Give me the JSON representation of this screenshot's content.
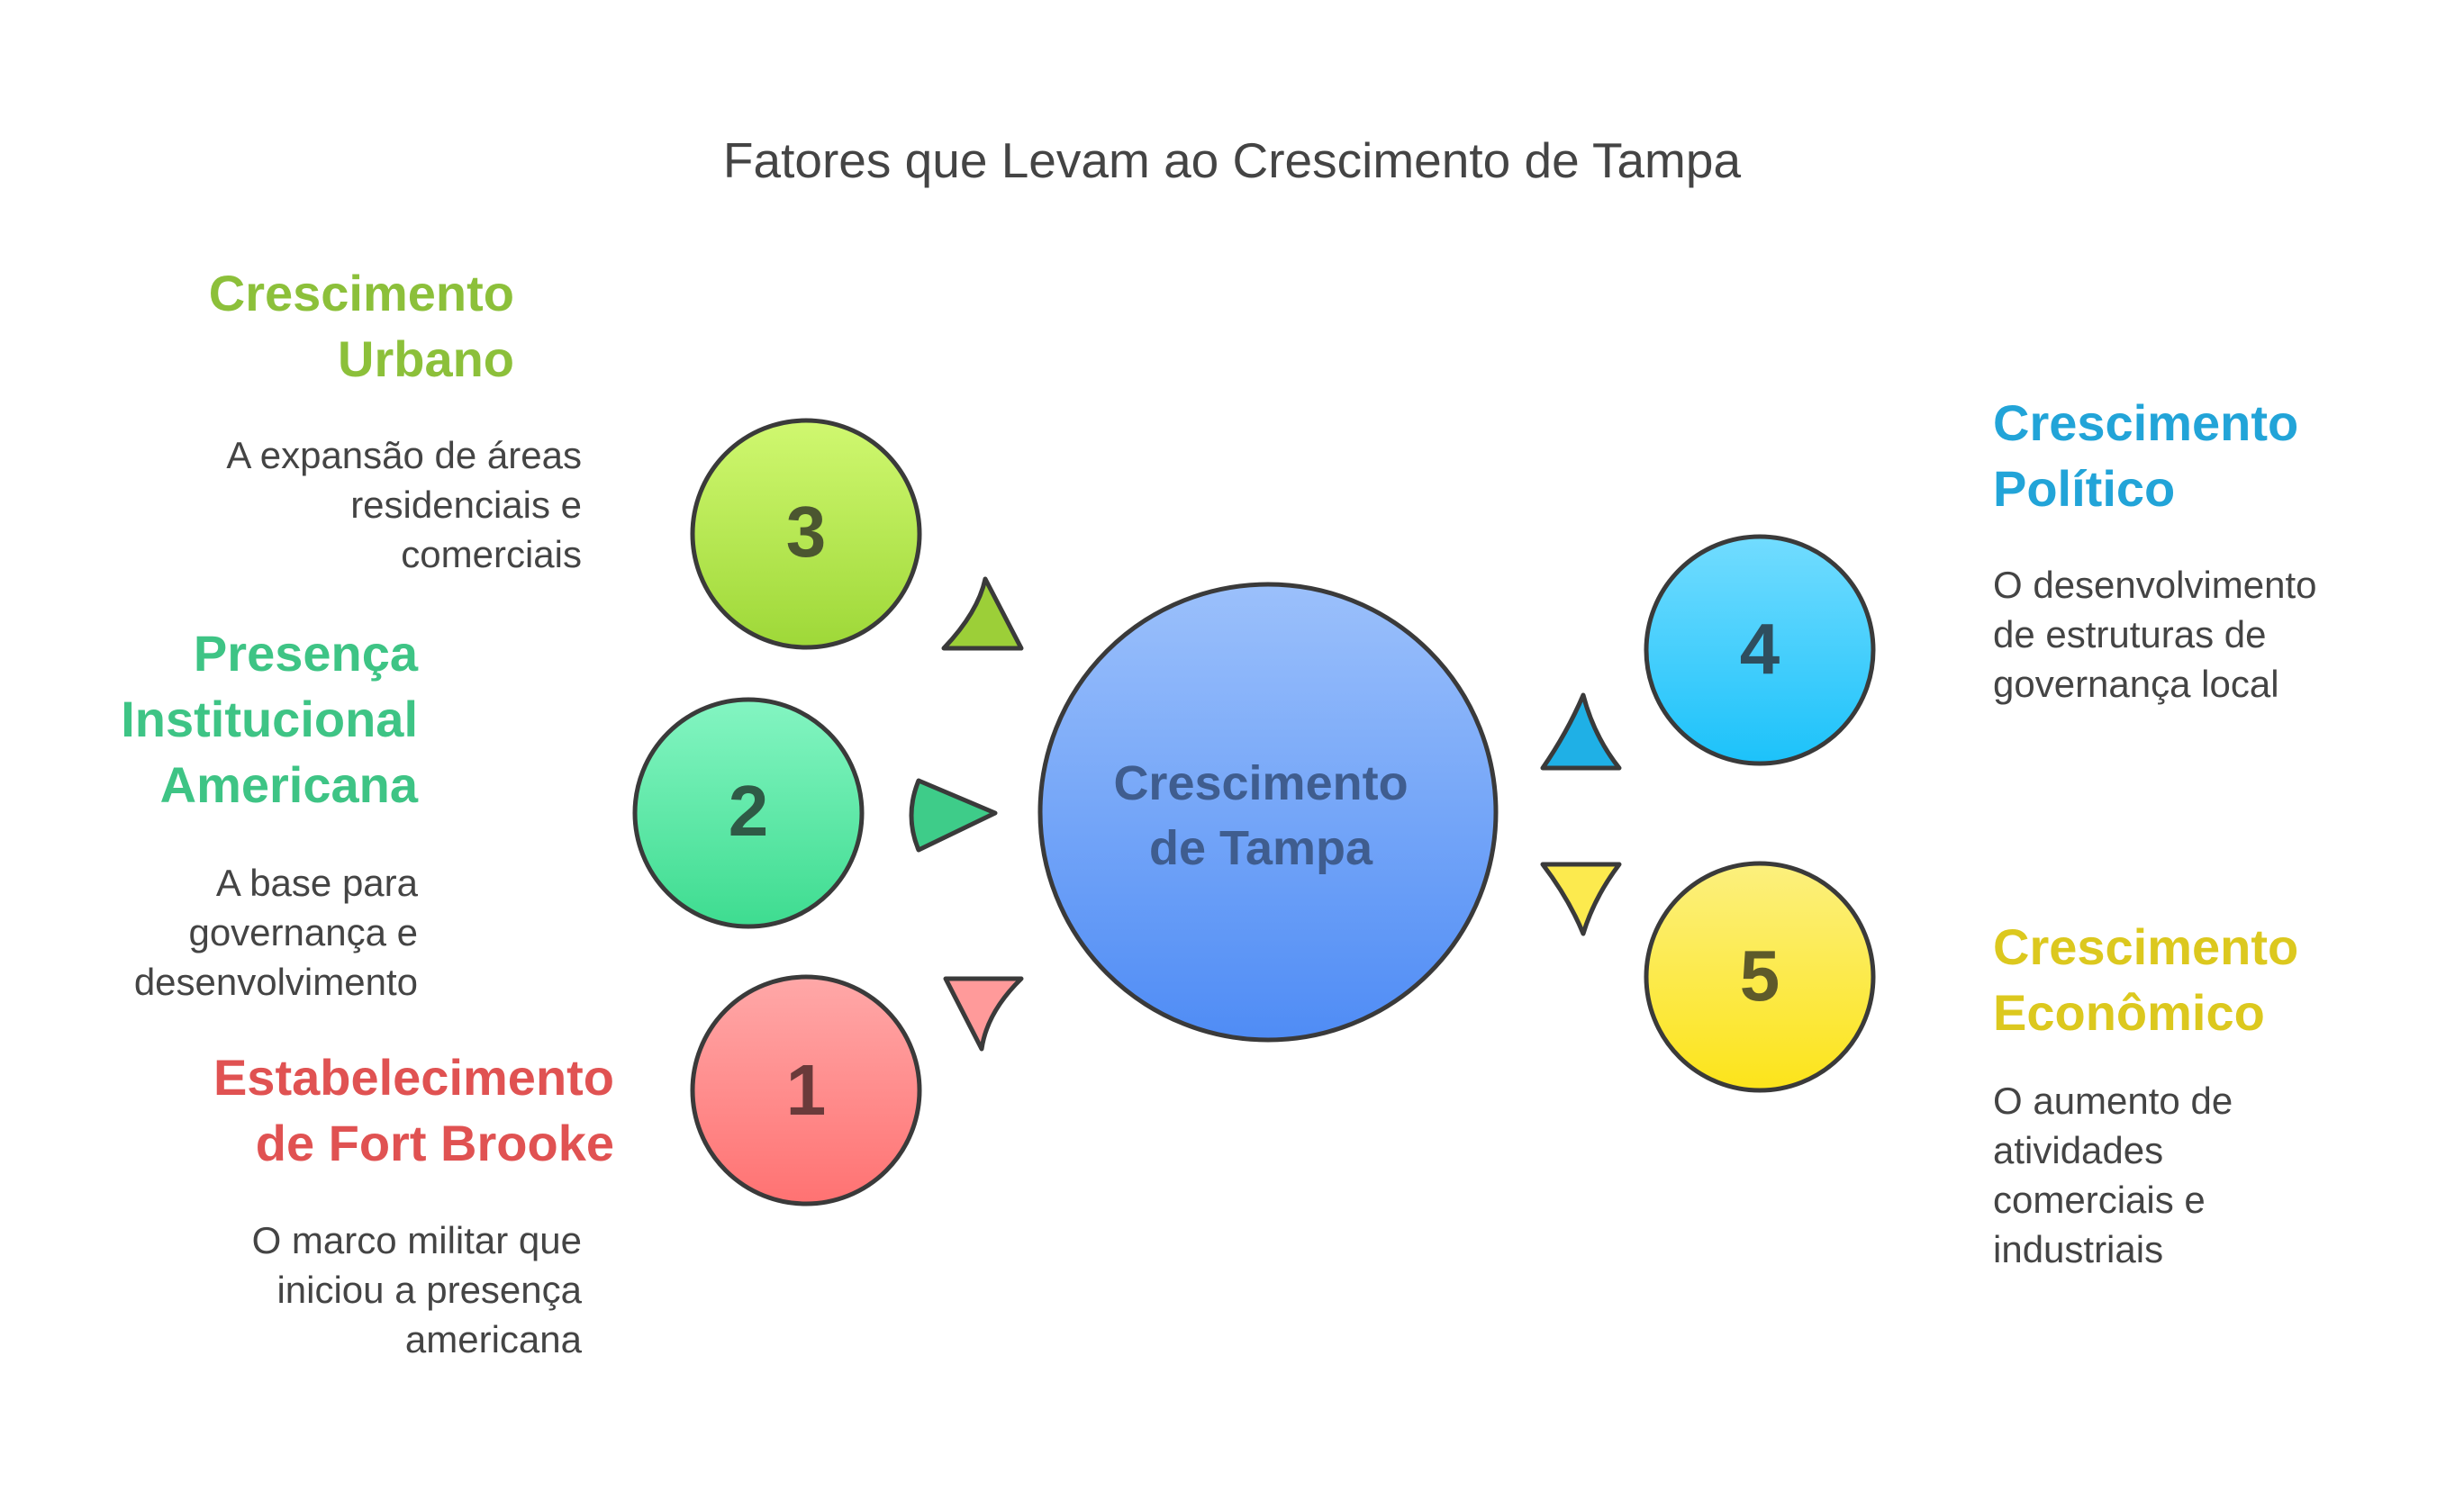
{
  "title": "Fatores que Levam ao Crescimento de Tampa",
  "center": {
    "line1": "Crescimento",
    "line2": "de Tampa"
  },
  "factors": [
    {
      "number": "1",
      "title_line1": "Estabelecimento",
      "title_line2": "de Fort Brooke",
      "title_line3": "",
      "desc_line1": "O marco militar que",
      "desc_line2": "iniciou a presença",
      "desc_line3": "americana",
      "desc_line4": "",
      "color": "#E05252"
    },
    {
      "number": "2",
      "title_line1": "Presença",
      "title_line2": "Institucional",
      "title_line3": "Americana",
      "desc_line1": "A base para",
      "desc_line2": "governança e",
      "desc_line3": "desenvolvimento",
      "desc_line4": "",
      "color": "#3EC485"
    },
    {
      "number": "3",
      "title_line1": "Crescimento",
      "title_line2": "Urbano",
      "title_line3": "",
      "desc_line1": "A expansão de áreas",
      "desc_line2": "residenciais e",
      "desc_line3": "comerciais",
      "desc_line4": "",
      "color": "#8CC03A"
    },
    {
      "number": "4",
      "title_line1": "Crescimento",
      "title_line2": "Político",
      "title_line3": "",
      "desc_line1": "O desenvolvimento",
      "desc_line2": "de estruturas de",
      "desc_line3": "governança local",
      "desc_line4": "",
      "color": "#22A4D8"
    },
    {
      "number": "5",
      "title_line1": "Crescimento",
      "title_line2": "Econômico",
      "title_line3": "",
      "desc_line1": "O aumento de",
      "desc_line2": "atividades",
      "desc_line3": "comerciais e",
      "desc_line4": "industriais",
      "color": "#DCC81E"
    }
  ]
}
